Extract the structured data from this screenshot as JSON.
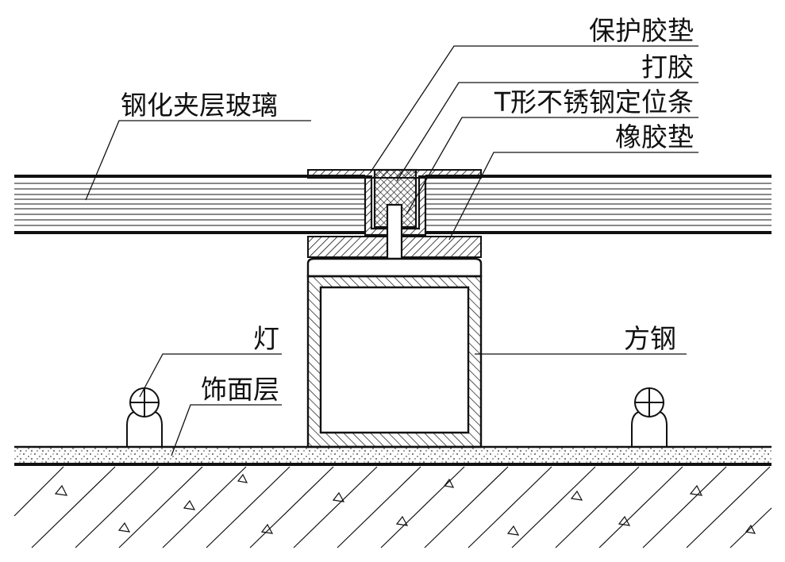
{
  "labels": {
    "protective_gasket": "保护胶垫",
    "sealant": "打胶",
    "t_steel_strip": "T形不锈钢定位条",
    "rubber_gasket": "橡胶垫",
    "laminated_glass": "钢化夹层玻璃",
    "lamp": "灯",
    "finish_layer": "饰面层",
    "square_steel": "方钢"
  },
  "colors": {
    "line": "#111111",
    "background": "#ffffff"
  }
}
